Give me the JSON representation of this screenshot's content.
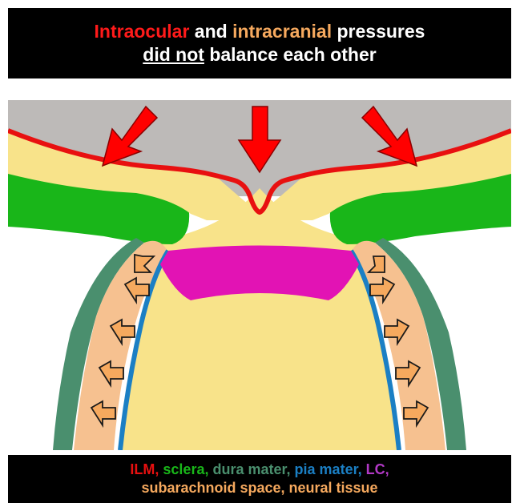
{
  "title": {
    "intraocular": "Intraocular",
    "and": " and ",
    "intracranial": "intracranial",
    "pressures": " pressures",
    "did_not": "did not",
    "balance": " balance each other"
  },
  "legend": {
    "ilm": "ILM,",
    "sclera": "sclera,",
    "dura": "dura mater,",
    "pia": "pia mater,",
    "lc": "LC,",
    "subarachnoid": "subarachnoid space,",
    "neural": "neural tissue"
  },
  "colors": {
    "intraocular": "#ff1a1a",
    "intracranial": "#f6a95e",
    "ilm": "#e81010",
    "sclera": "#19b619",
    "dura": "#4a8f6e",
    "pia": "#1b7fc4",
    "lc": "#b239c6",
    "subarachnoid": "#f6a95e",
    "neural": "#f6a95e",
    "vitreous": "#bdbab8",
    "neural_fill": "#f8e38a",
    "lc_fill": "#e213b4"
  },
  "icons": {
    "pressure_arrows": "down-arrow-icon",
    "subarachnoid_arrows": "outward-arrow-icon"
  }
}
